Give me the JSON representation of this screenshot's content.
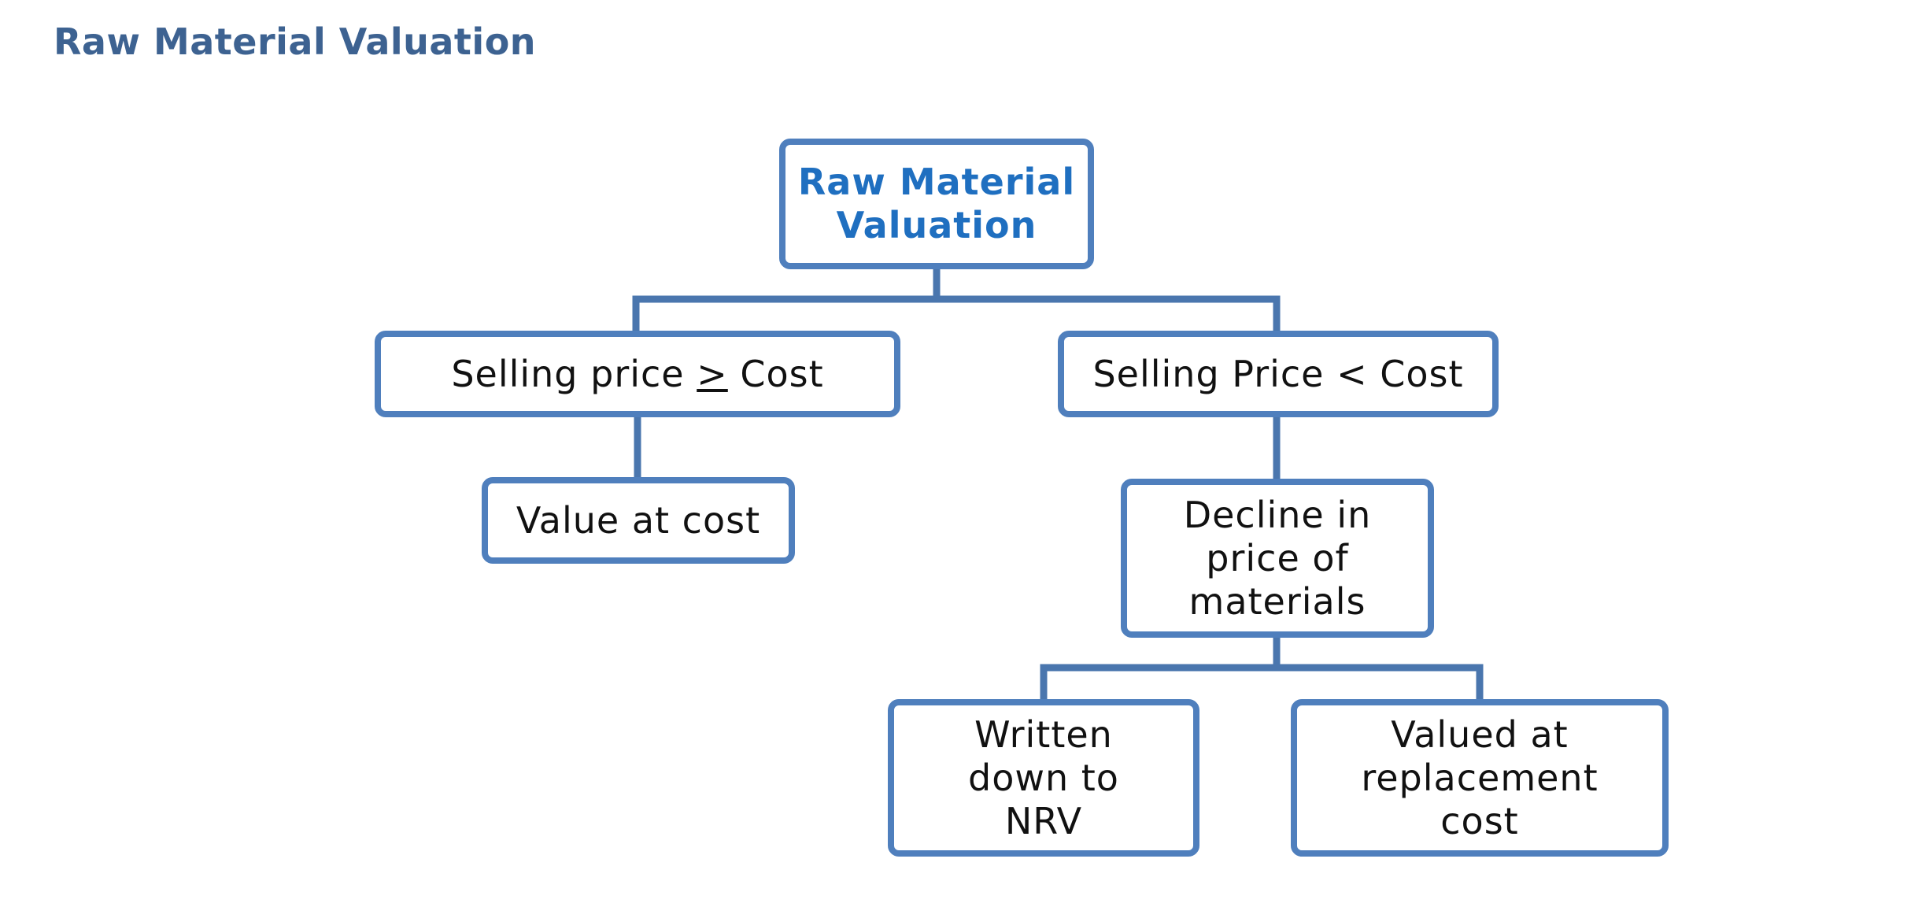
{
  "page": {
    "title": "Raw Material Valuation"
  },
  "diagram": {
    "colors": {
      "border": "#4f7fbd",
      "connector": "#4a76ae",
      "title": "#3d6291",
      "root_text": "#1f6fc0",
      "text": "#111111"
    },
    "nodes": {
      "root": "Raw Material\nValuation",
      "sp_ge_cost": "Selling price > Cost",
      "sp_lt_cost": "Selling Price < Cost",
      "value_at_cost": "Value at cost",
      "decline": "Decline in\nprice of\nmaterials",
      "written_down": "Written\ndown to\nNRV",
      "replacement": "Valued at\nreplacement\ncost"
    },
    "edges": [
      [
        "root",
        "sp_ge_cost"
      ],
      [
        "root",
        "sp_lt_cost"
      ],
      [
        "sp_ge_cost",
        "value_at_cost"
      ],
      [
        "sp_lt_cost",
        "decline"
      ],
      [
        "decline",
        "written_down"
      ],
      [
        "decline",
        "replacement"
      ]
    ]
  }
}
